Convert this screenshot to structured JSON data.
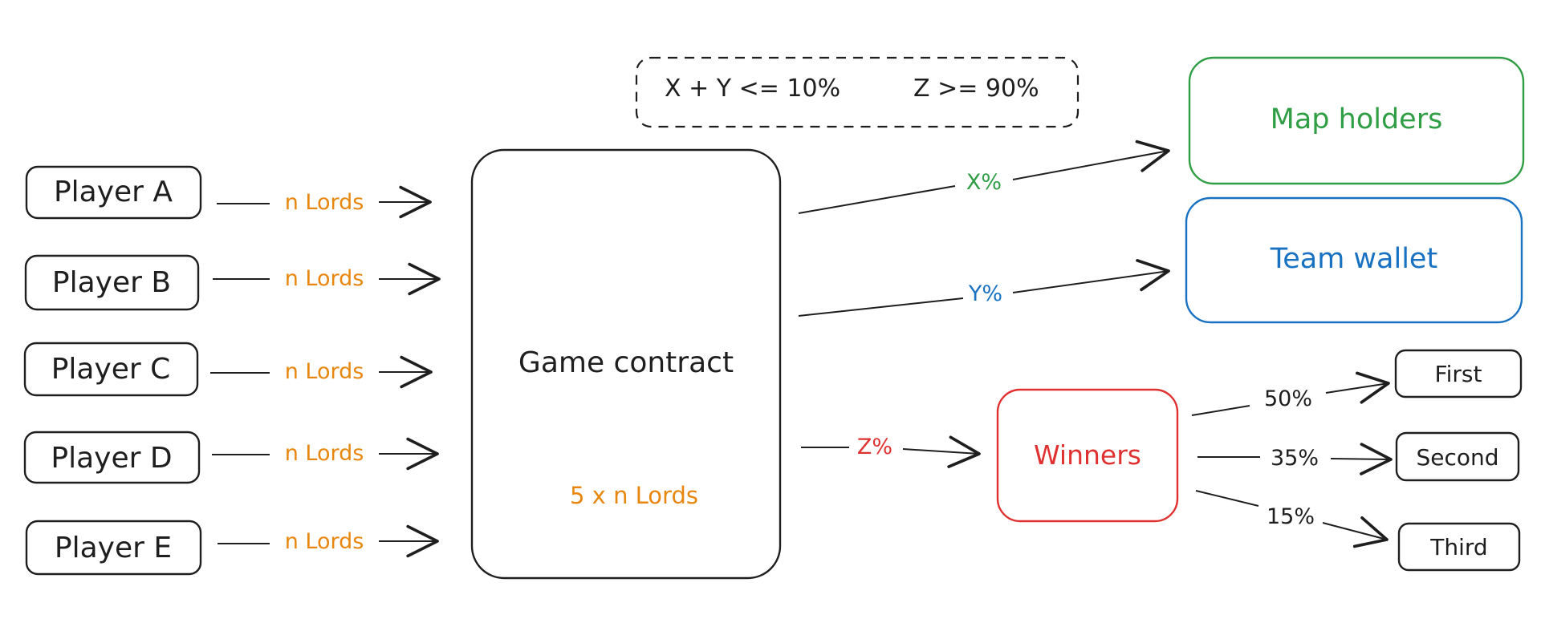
{
  "colors": {
    "ink": "#1e1e1e",
    "orange": "#e8870f",
    "green": "#2f9e44",
    "blue": "#1971c2",
    "red": "#e03131"
  },
  "constraint": {
    "left": "X + Y <= 10%",
    "right": "Z >= 90%"
  },
  "players": [
    "Player A",
    "Player B",
    "Player C",
    "Player D",
    "Player E"
  ],
  "player_flow_label": "n Lords",
  "contract": {
    "title": "Game contract",
    "pool": "5 x n Lords"
  },
  "outflows": {
    "x": "X%",
    "y": "Y%",
    "z": "Z%"
  },
  "destinations": {
    "map_holders": "Map holders",
    "team_wallet": "Team wallet",
    "winners": "Winners"
  },
  "places": [
    {
      "label": "First",
      "share": "50%"
    },
    {
      "label": "Second",
      "share": "35%"
    },
    {
      "label": "Third",
      "share": "15%"
    }
  ]
}
